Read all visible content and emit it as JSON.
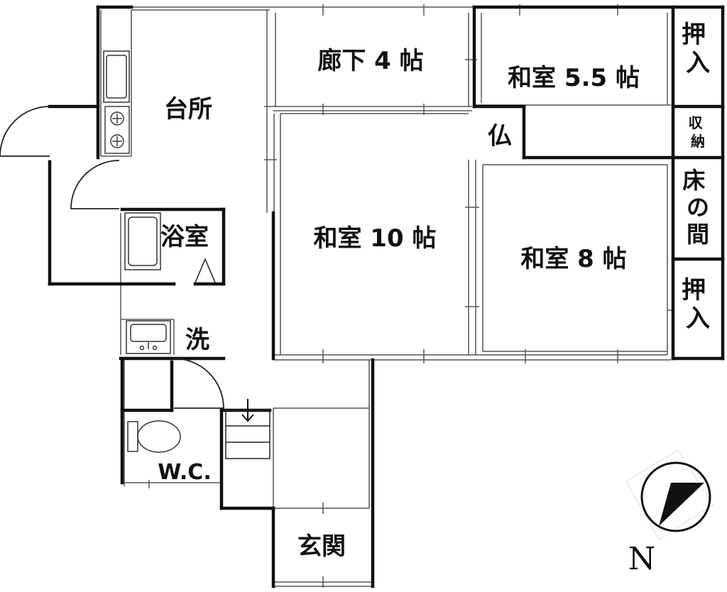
{
  "colors": {
    "wall": "#111111",
    "line": "#555555",
    "background": "#ffffff"
  },
  "rooms": {
    "kitchen": "台所",
    "hallway": "廊下 4 帖",
    "washitsu_5_5": "和室 5.5 帖",
    "butsudan": "仏",
    "oshiire_top": "押入",
    "shuno": "収納",
    "tokonoma": "床の間",
    "washitsu_10": "和室 10 帖",
    "washitsu_8": "和室 8 帖",
    "oshiire_bottom": "押入",
    "bath": "浴室",
    "washroom": "洗",
    "toilet": "W.C.",
    "entrance": "玄関"
  },
  "compass": {
    "label": "N",
    "icon": "north-arrow-icon"
  },
  "icons": [
    "sink-icon",
    "stove-icon",
    "bathtub-icon",
    "wash-basin-icon",
    "toilet-icon",
    "stairs-arrow-icon"
  ]
}
